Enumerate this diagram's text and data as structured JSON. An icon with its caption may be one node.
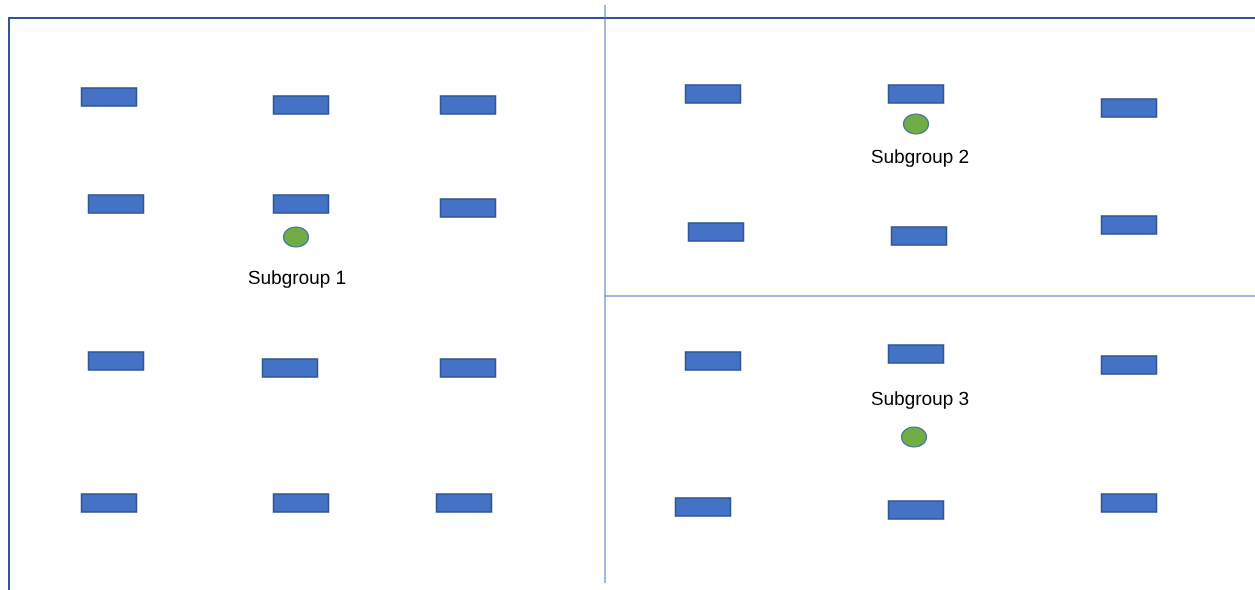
{
  "diagram": {
    "nodes": [
      {
        "text": [],
        "shape": "box"
      },
      {
        "text": [],
        "shape": "box"
      },
      {
        "text": [],
        "shape": "box"
      },
      {
        "text": [],
        "shape": "box"
      },
      {
        "text": [],
        "shape": "box"
      },
      {
        "text": [],
        "shape": "box"
      },
      {
        "text": [],
        "shape": "circle",
        "beside": [
          "Subgroup 1"
        ]
      },
      {
        "text": [],
        "shape": "box"
      },
      {
        "text": [],
        "shape": "box"
      },
      {
        "text": [],
        "shape": "box"
      },
      {
        "text": [],
        "shape": "box"
      },
      {
        "text": [],
        "shape": "box"
      },
      {
        "text": [],
        "shape": "box"
      },
      {
        "text": [],
        "shape": "box"
      },
      {
        "text": [],
        "shape": "box"
      },
      {
        "text": [],
        "shape": "box"
      },
      {
        "text": [],
        "shape": "circle",
        "beside": [
          "Subgroup 2"
        ]
      },
      {
        "text": [],
        "shape": "box"
      },
      {
        "text": [],
        "shape": "box"
      },
      {
        "text": [],
        "shape": "box"
      },
      {
        "text": [],
        "shape": "box"
      },
      {
        "text": [],
        "shape": "box"
      },
      {
        "text": [],
        "shape": "box"
      },
      {
        "text": [],
        "shape": "circle",
        "beside": [
          "Subgroup 3"
        ]
      },
      {
        "text": [],
        "shape": "box"
      },
      {
        "text": [],
        "shape": "box"
      },
      {
        "text": [],
        "shape": "box"
      }
    ]
  }
}
